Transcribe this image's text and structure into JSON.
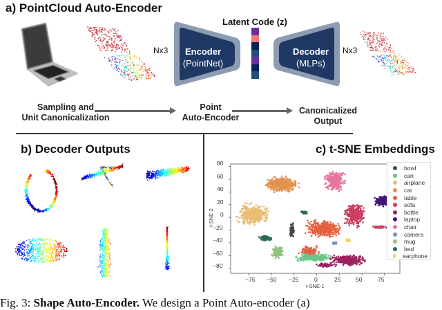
{
  "panel_a": {
    "title": "a) PointCloud Auto-Encoder",
    "latent_label": "Latent Code (z)",
    "input_dim": "Nx3",
    "output_dim": "Nx3",
    "encoder": {
      "title": "Encoder",
      "subtitle": "(PointNet)"
    },
    "decoder": {
      "title": "Decoder",
      "subtitle": "(MLPs)"
    },
    "latent_colors": [
      "#6b2fa0",
      "#f07a7a",
      "#0c1f5a",
      "#1f4e79",
      "#6b2fa0",
      "#0c1f5a",
      "#1f4e79"
    ],
    "block_color": "#1f3864",
    "block_border": "#8d9bb3",
    "flow": {
      "step1_line1": "Sampling and",
      "step1_line2": "Unit Canonicalization",
      "step2_line1": "Point",
      "step2_line2": "Auto-Encoder",
      "step3_line1": "Canonicalized",
      "step3_line2": "Output"
    }
  },
  "panel_b": {
    "title": "b) Decoder Outputs",
    "shapes": [
      "earphone",
      "airplane",
      "car",
      "bowl",
      "bottle",
      "guitar"
    ]
  },
  "panel_c": {
    "title": "c) t-SNE Embeddings"
  },
  "caption": {
    "prefix": "Fig. 3: ",
    "bold": "Shape Auto-Encoder.",
    "rest": " We design a Point Auto-encoder (a)"
  },
  "chart_data": {
    "type": "scatter",
    "title": "c) t-SNE Embeddings",
    "xlabel": "t-SNE-1",
    "ylabel": "t-SNE-2",
    "xlim": [
      -95,
      92
    ],
    "ylim": [
      -88,
      84
    ],
    "xticks": [
      -75,
      -50,
      -25,
      0,
      25,
      50,
      75
    ],
    "yticks": [
      80,
      60,
      40,
      20,
      0,
      -20,
      -40,
      -60,
      -80
    ],
    "grid": false,
    "legend_position": "right",
    "series": [
      {
        "name": "bowl",
        "color": "#4a4a45",
        "cluster_center": [
          -27,
          -20
        ]
      },
      {
        "name": "can",
        "color": "#6cc48a",
        "cluster_center": [
          0,
          -62
        ]
      },
      {
        "name": "airplane",
        "color": "#e9bd73",
        "cluster_center": [
          -70,
          5
        ]
      },
      {
        "name": "car",
        "color": "#e3924f",
        "cluster_center": [
          -40,
          50
        ]
      },
      {
        "name": "table",
        "color": "#e5603f",
        "cluster_center": [
          10,
          -20
        ]
      },
      {
        "name": "sofa",
        "color": "#cc3f5e",
        "cluster_center": [
          40,
          5
        ]
      },
      {
        "name": "bottle",
        "color": "#9b2362",
        "cluster_center": [
          30,
          -70
        ]
      },
      {
        "name": "laptop",
        "color": "#3f1477",
        "cluster_center": [
          75,
          25
        ]
      },
      {
        "name": "chair",
        "color": "#e775a0",
        "cluster_center": [
          18,
          55
        ]
      },
      {
        "name": "camera",
        "color": "#7393b8",
        "cluster_center": [
          20,
          -40
        ]
      },
      {
        "name": "mug",
        "color": "#90c27d",
        "cluster_center": [
          -45,
          -55
        ]
      },
      {
        "name": "bed",
        "color": "#2e6b55",
        "cluster_center": [
          -55,
          -32
        ]
      },
      {
        "name": "earphone",
        "color": "#f0cf6e",
        "cluster_center": [
          35,
          -35
        ]
      }
    ]
  }
}
